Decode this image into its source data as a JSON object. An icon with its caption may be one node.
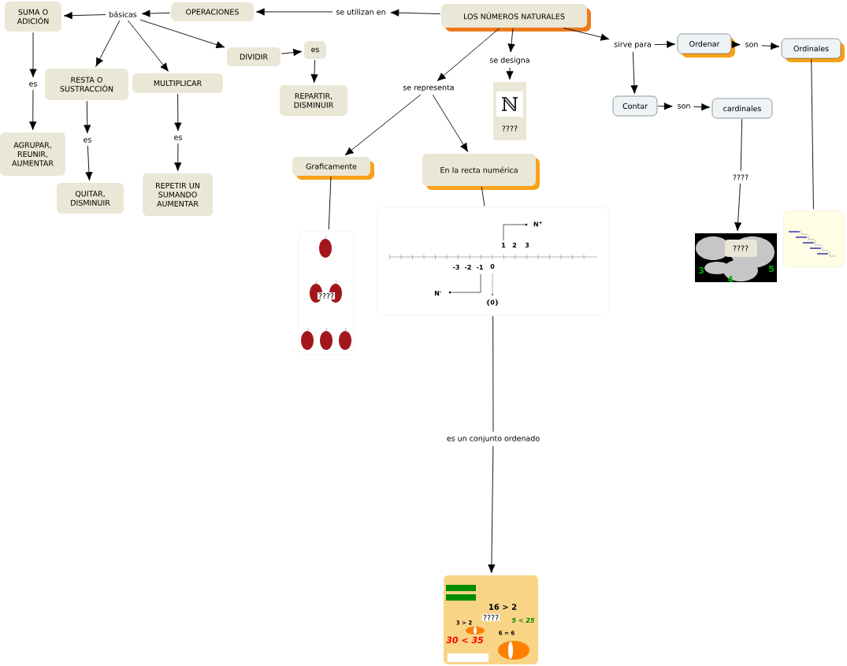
{
  "diagram": {
    "nodes": [
      {
        "text": [
          "LOS NÚMEROS NATURALES"
        ]
      },
      {
        "text": [
          "se utilizan en"
        ]
      },
      {
        "text": [
          "OPERACIONES"
        ]
      },
      {
        "text": [
          "básicas"
        ]
      },
      {
        "text": [
          "SUMA O ADICIÓN"
        ]
      },
      {
        "text": [
          "RESTA O SUSTRACCIÒN"
        ]
      },
      {
        "text": [
          "MULTIPLICAR"
        ]
      },
      {
        "text": [
          "DIVIDIR"
        ]
      },
      {
        "text": [
          "es"
        ]
      },
      {
        "text": [
          "REPARTIR, DISMINUIR"
        ]
      },
      {
        "text": [
          "es"
        ]
      },
      {
        "text": [
          "AGRUPAR, REUNIR, AUMENTAR"
        ]
      },
      {
        "text": [
          "es"
        ]
      },
      {
        "text": [
          "QUITAR, DISMINUIR"
        ]
      },
      {
        "text": [
          "es"
        ]
      },
      {
        "text": [
          "REPETIR UN SUMANDO AUMENTAR"
        ]
      },
      {
        "text": [
          "se representa"
        ]
      },
      {
        "text": [
          "se designa"
        ]
      },
      {
        "text": [
          "????"
        ]
      },
      {
        "text": [
          "sirve para"
        ]
      },
      {
        "text": [
          "Ordenar"
        ]
      },
      {
        "text": [
          "son"
        ]
      },
      {
        "text": [
          "Ordinales"
        ]
      },
      {
        "text": [
          "Contar"
        ]
      },
      {
        "text": [
          "son"
        ]
      },
      {
        "text": [
          "cardinales"
        ]
      },
      {
        "text": [
          "Graficamente"
        ]
      },
      {
        "text": [
          "En la recta numérica"
        ]
      },
      {
        "text": [
          "????"
        ]
      },
      {
        "text": [],
        "shape": "picture"
      },
      {
        "text": [
          "es un conjunto ordenado"
        ]
      },
      {
        "text": [
          "????"
        ]
      },
      {
        "text": [
          "????"
        ]
      },
      {
        "text": [
          "????"
        ]
      },
      {
        "text": [],
        "shape": "picture"
      }
    ],
    "edges": [
      {
        "from": 0,
        "to": 1,
        "arrow": "to"
      },
      {
        "from": 1,
        "to": 2,
        "arrow": "to"
      },
      {
        "from": 2,
        "to": 3,
        "arrow": "to"
      },
      {
        "from": 3,
        "to": 4,
        "arrow": "to"
      },
      {
        "from": 3,
        "to": 5,
        "arrow": "to"
      },
      {
        "from": 3,
        "to": 6,
        "arrow": "to"
      },
      {
        "from": 3,
        "to": 7,
        "arrow": "to"
      },
      {
        "from": 7,
        "to": 8,
        "arrow": "to"
      },
      {
        "from": 8,
        "to": 9,
        "arrow": "to"
      },
      {
        "from": 4,
        "to": 10,
        "arrow": "to"
      },
      {
        "from": 10,
        "to": 11,
        "arrow": "to"
      },
      {
        "from": 5,
        "to": 12,
        "arrow": "to"
      },
      {
        "from": 12,
        "to": 13,
        "arrow": "to"
      },
      {
        "from": 6,
        "to": 14,
        "arrow": "to"
      },
      {
        "from": 14,
        "to": 15,
        "arrow": "to"
      },
      {
        "from": 0,
        "to": 16,
        "arrow": "to"
      },
      {
        "from": 16,
        "to": 26,
        "arrow": "to"
      },
      {
        "from": 16,
        "to": 27,
        "arrow": "to"
      },
      {
        "from": 0,
        "to": 17,
        "arrow": "to"
      },
      {
        "from": 17,
        "to": 18,
        "arrow": "to"
      },
      {
        "from": 0,
        "to": 19,
        "arrow": "to"
      },
      {
        "from": 19,
        "to": 20,
        "arrow": "to"
      },
      {
        "from": 20,
        "to": 21,
        "arrow": "to"
      },
      {
        "from": 21,
        "to": 22,
        "arrow": "to"
      },
      {
        "from": 19,
        "to": 23,
        "arrow": "to"
      },
      {
        "from": 23,
        "to": 24,
        "arrow": "to"
      },
      {
        "from": 24,
        "to": 25,
        "arrow": "to"
      },
      {
        "from": 26,
        "to": 28,
        "arrow": "none"
      },
      {
        "from": 27,
        "to": 29,
        "arrow": "none"
      },
      {
        "from": 29,
        "to": 30,
        "arrow": "none"
      },
      {
        "from": 30,
        "to": 31,
        "arrow": "to"
      },
      {
        "from": 25,
        "to": 32,
        "arrow": "none"
      },
      {
        "from": 32,
        "to": 33,
        "arrow": "to"
      },
      {
        "from": 22,
        "to": 34,
        "arrow": "none"
      }
    ],
    "labels": [
      "ℕ",
      "N$^{+}$",
      "1",
      "2",
      "3",
      "-3",
      "-2",
      "-1",
      "0",
      "3",
      "5",
      "4",
      "N$^{-}$",
      "{0}",
      "16 > 2",
      "3 > 2",
      "5 < 25",
      "6 = 6",
      "30 < 35"
    ]
  }
}
